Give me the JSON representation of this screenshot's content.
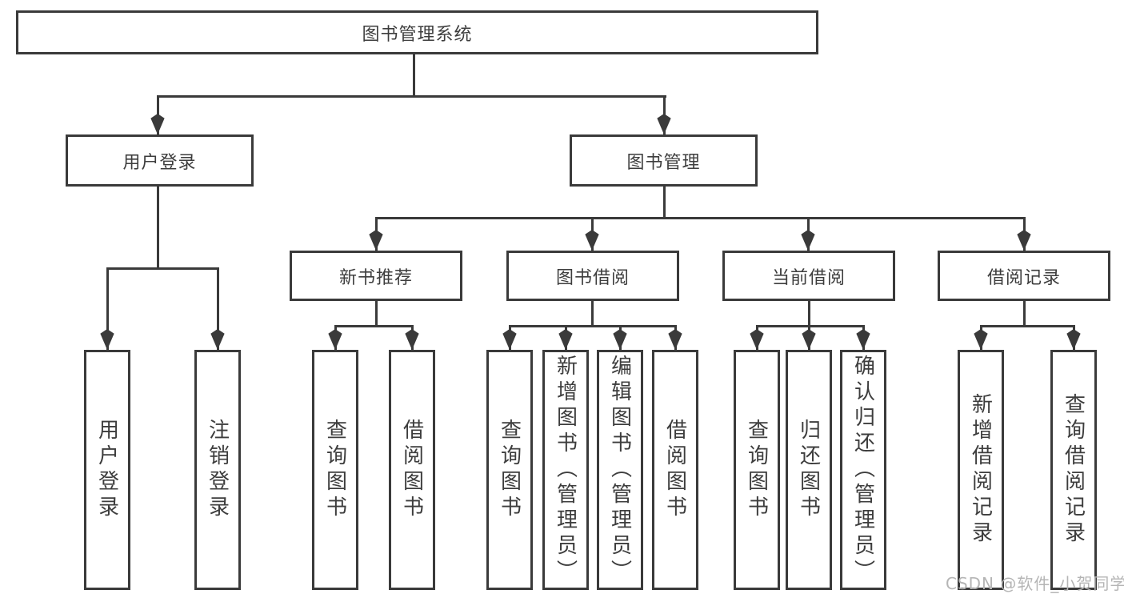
{
  "diagram_title": "图书管理系统",
  "tree": {
    "root": {
      "label": "图书管理系统"
    },
    "branches": [
      {
        "label": "用户登录",
        "children": [
          {
            "label": "用户登录"
          },
          {
            "label": "注销登录"
          }
        ]
      },
      {
        "label": "图书管理",
        "children": [
          {
            "label": "新书推荐",
            "children": [
              {
                "label": "查询图书"
              },
              {
                "label": "借阅图书"
              }
            ]
          },
          {
            "label": "图书借阅",
            "children": [
              {
                "label": "查询图书"
              },
              {
                "label": "新增图书（管理员）"
              },
              {
                "label": "编辑图书（管理员）"
              },
              {
                "label": "借阅图书"
              }
            ]
          },
          {
            "label": "当前借阅",
            "children": [
              {
                "label": "查询图书"
              },
              {
                "label": "归还图书"
              },
              {
                "label": "确认归还（管理员）"
              }
            ]
          },
          {
            "label": "借阅记录",
            "children": [
              {
                "label": "新增借阅记录"
              },
              {
                "label": "查询借阅记录"
              }
            ]
          }
        ]
      }
    ]
  },
  "watermark": {
    "text": "CSDN @软件_小贺同学"
  },
  "colors": {
    "line": "#3a3a3a",
    "text": "#3d3d3d",
    "box_fill": "#ffffff",
    "watermark": "#b5b5b5",
    "background": "#ffffff"
  }
}
